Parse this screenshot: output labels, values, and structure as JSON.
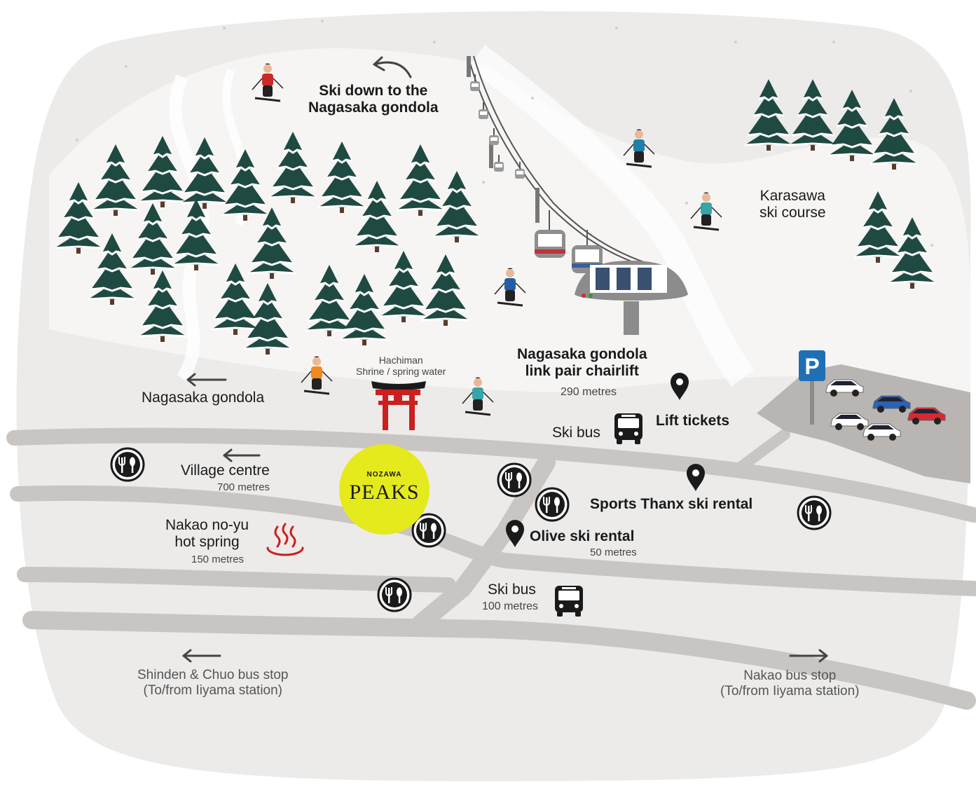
{
  "labels": {
    "ski_down": [
      "Ski down to the",
      "Nagasaka gondola"
    ],
    "karasawa": [
      "Karasawa",
      "ski course"
    ],
    "chairlift_title": [
      "Nagasaka gondola",
      "link pair chairlift"
    ],
    "chairlift_distance": "290 metres",
    "hachiman": [
      "Hachiman",
      "Shrine / spring water"
    ],
    "nagasaka_gondola": "Nagasaka gondola",
    "ski_bus_top": "Ski bus",
    "lift_tickets": "Lift tickets",
    "village_centre": "Village centre",
    "village_distance": "700 metres",
    "sports_thanx": "Sports Thanx ski rental",
    "nakao": [
      "Nakao no-yu",
      "hot spring"
    ],
    "nakao_distance": "150 metres",
    "olive": "Olive ski rental",
    "olive_distance": "50 metres",
    "ski_bus_bottom": "Ski bus",
    "ski_bus_bottom_distance": "100 metres",
    "shinden": [
      "Shinden &  Chuo bus stop",
      "(To/from Iiyama station)"
    ],
    "nakao_bus": [
      "Nakao bus stop",
      "(To/from Iiyama station)"
    ]
  },
  "badge": {
    "top": "NOZAWA",
    "main": "PEAKS",
    "color": "#e5ea1c"
  },
  "parking": {
    "letter": "P",
    "color": "#1f6fb4"
  },
  "colors": {
    "snow": "#ecebea",
    "road": "#c9c5c3",
    "tree": "#1f4a42",
    "torii": "#cc1f1f",
    "hot_spring": "#cc1f1f",
    "icon_dark": "#1a1a1a"
  },
  "icons": [
    "restaurant-icon",
    "bus-icon",
    "location-pin-icon",
    "arrow-left-icon",
    "arrow-right-icon",
    "curved-arrow-icon",
    "hot-spring-icon",
    "torii-gate-icon",
    "parking-icon",
    "tree-icon",
    "skier-icon",
    "gondola-icon",
    "car-icon"
  ]
}
